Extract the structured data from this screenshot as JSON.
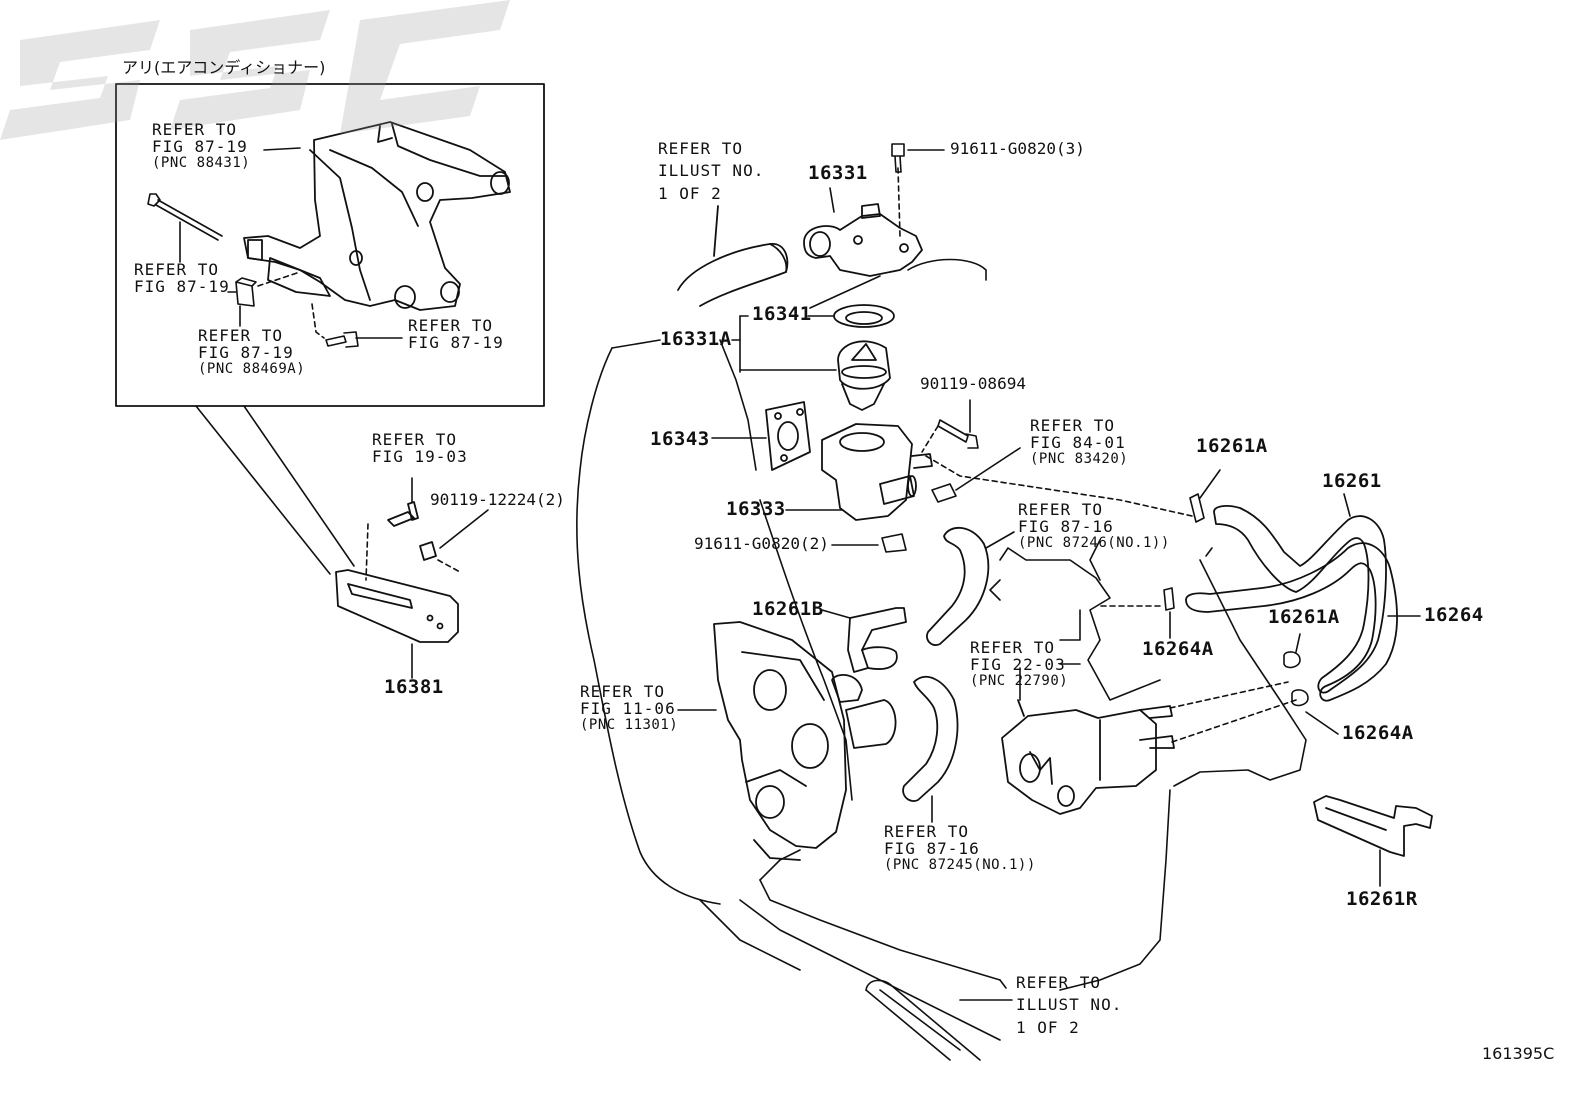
{
  "inset": {
    "title": "アリ(エアコンディショナー)"
  },
  "parts": {
    "p16331": "16331",
    "p16341": "16341",
    "p16331A": "16331A",
    "p16343": "16343",
    "p16333": "16333",
    "p16261A_top": "16261A",
    "p16261": "16261",
    "p16261B": "16261B",
    "p16264A_mid": "16264A",
    "p16261A_mid": "16261A",
    "p16264": "16264",
    "p16264A_low": "16264A",
    "p16261R": "16261R",
    "p16381": "16381"
  },
  "bolts": {
    "b91611_3": "91611-G0820(3)",
    "b90119_08694": "90119-08694",
    "b91611_2": "91611-G0820(2)",
    "b90119_12224": "90119-12224(2)"
  },
  "refs": {
    "r_inset_1": {
      "l1": "REFER TO",
      "l2": "FIG 87-19",
      "l3": "(PNC 88431)"
    },
    "r_inset_2": {
      "l1": "REFER TO",
      "l2": "FIG 87-19"
    },
    "r_inset_3": {
      "l1": "REFER TO",
      "l2": "FIG 87-19",
      "l3": "(PNC 88469A)"
    },
    "r_inset_4": {
      "l1": "REFER TO",
      "l2": "FIG 87-19"
    },
    "r_illust_top": {
      "l1": "REFER TO",
      "l2": "ILLUST NO.",
      "l3": "1 OF 2"
    },
    "r_fig19": {
      "l1": "REFER TO",
      "l2": "FIG 19-03"
    },
    "r_fig84": {
      "l1": "REFER TO",
      "l2": "FIG 84-01",
      "l3": "(PNC 83420)"
    },
    "r_fig8716a": {
      "l1": "REFER TO",
      "l2": "FIG 87-16",
      "l3": "(PNC 87246(NO.1))"
    },
    "r_fig2203": {
      "l1": "REFER TO",
      "l2": "FIG 22-03",
      "l3": "(PNC 22790)"
    },
    "r_fig1106": {
      "l1": "REFER TO",
      "l2": "FIG 11-06",
      "l3": "(PNC 11301)"
    },
    "r_fig8716b": {
      "l1": "REFER TO",
      "l2": "FIG 87-16",
      "l3": "(PNC 87245(NO.1))"
    },
    "r_illust_bot": {
      "l1": "REFER TO",
      "l2": "ILLUST NO.",
      "l3": "1 OF 2"
    }
  },
  "figure_id": "161395C",
  "colors": {
    "line": "#111111",
    "watermark": "#9a9a9a",
    "background": "#ffffff"
  }
}
